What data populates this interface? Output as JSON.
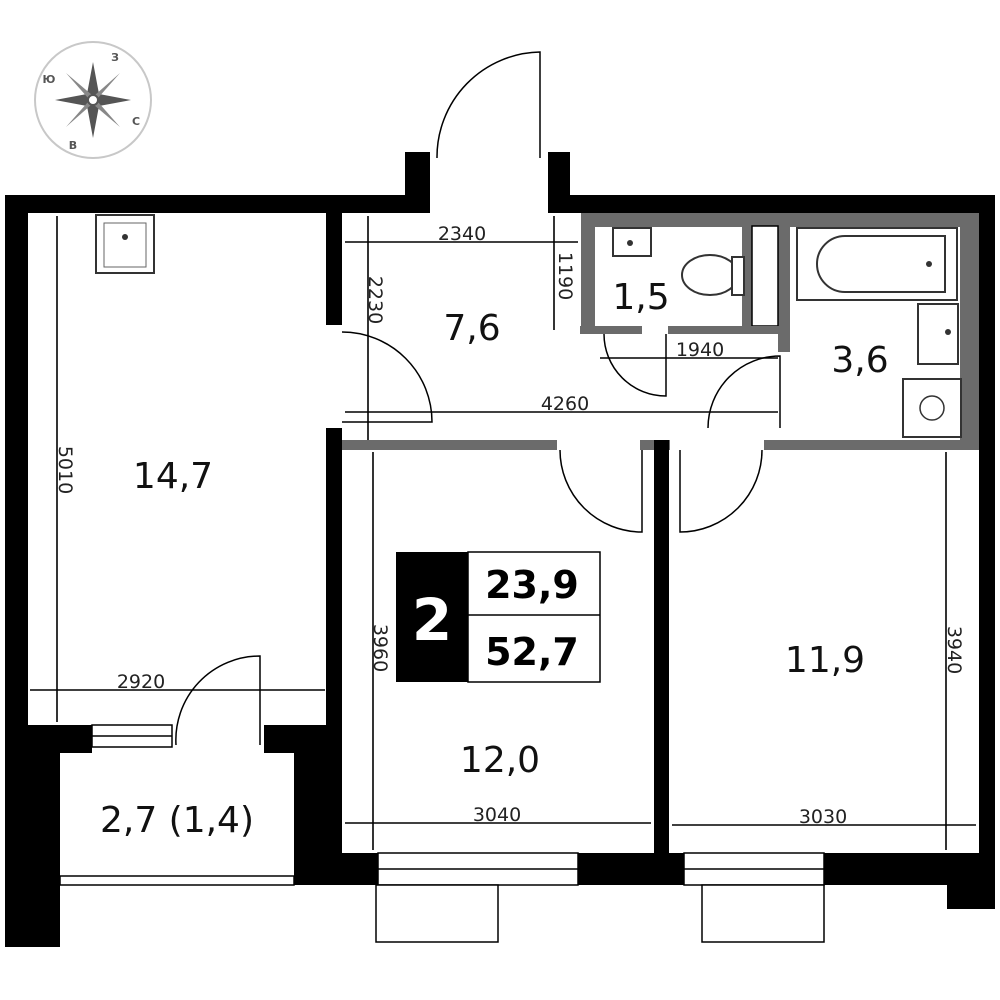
{
  "compass": {
    "north": "З",
    "east": "С",
    "south": "В",
    "west": "Ю"
  },
  "rooms": {
    "living": "14,7",
    "hall": "7,6",
    "wc": "1,5",
    "bath": "3,6",
    "bedroom_left": "12,0",
    "bedroom_right": "11,9",
    "loggia": "2,7 (1,4)"
  },
  "dimensions": {
    "hall_width": "2340",
    "hall_depth": "2230",
    "wc_depth": "1190",
    "wc_width": "1940",
    "corridor": "4260",
    "living_height": "5010",
    "living_width": "2920",
    "bedroom_left_height": "3960",
    "bedroom_left_width": "3040",
    "bedroom_right_width": "3030",
    "bedroom_right_height": "3940"
  },
  "summary": {
    "rooms_count": "2",
    "living_area": "23,9",
    "total_area": "52,7"
  }
}
